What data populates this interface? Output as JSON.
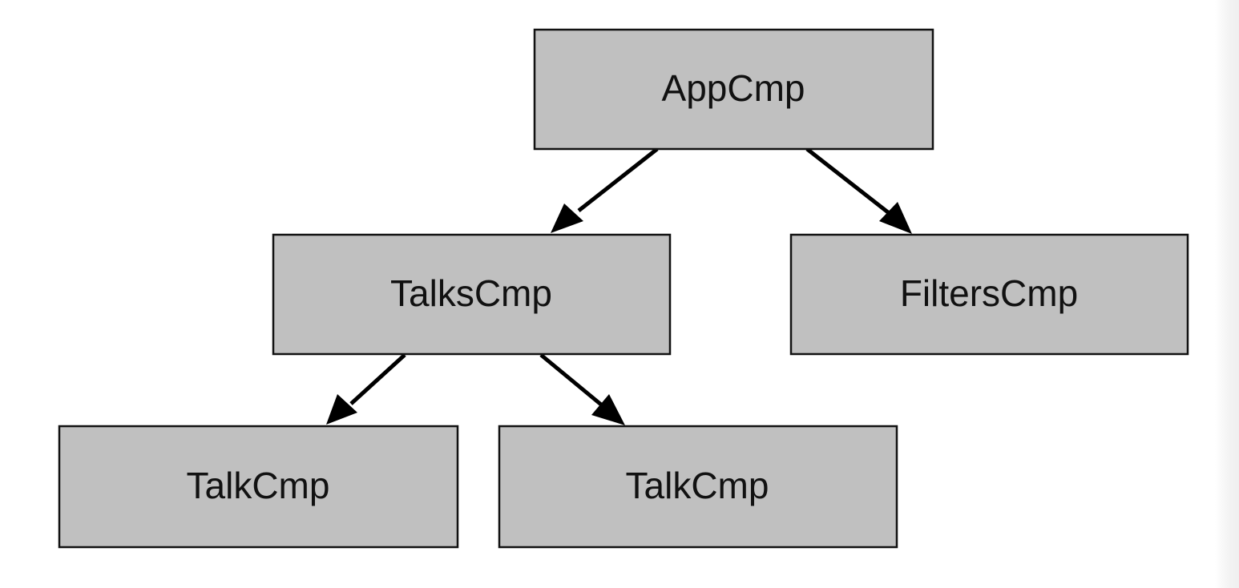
{
  "diagram": {
    "nodes": [
      {
        "id": "app",
        "label": "AppCmp"
      },
      {
        "id": "talks",
        "label": "TalksCmp"
      },
      {
        "id": "filters",
        "label": "FiltersCmp"
      },
      {
        "id": "talk1",
        "label": "TalkCmp"
      },
      {
        "id": "talk2",
        "label": "TalkCmp"
      }
    ],
    "edges": [
      {
        "from": "app",
        "to": "talks"
      },
      {
        "from": "app",
        "to": "filters"
      },
      {
        "from": "talks",
        "to": "talk1"
      },
      {
        "from": "talks",
        "to": "talk2"
      }
    ],
    "colors": {
      "node_fill": "#c0c0c0",
      "node_stroke": "#111111",
      "edge": "#000000"
    }
  }
}
